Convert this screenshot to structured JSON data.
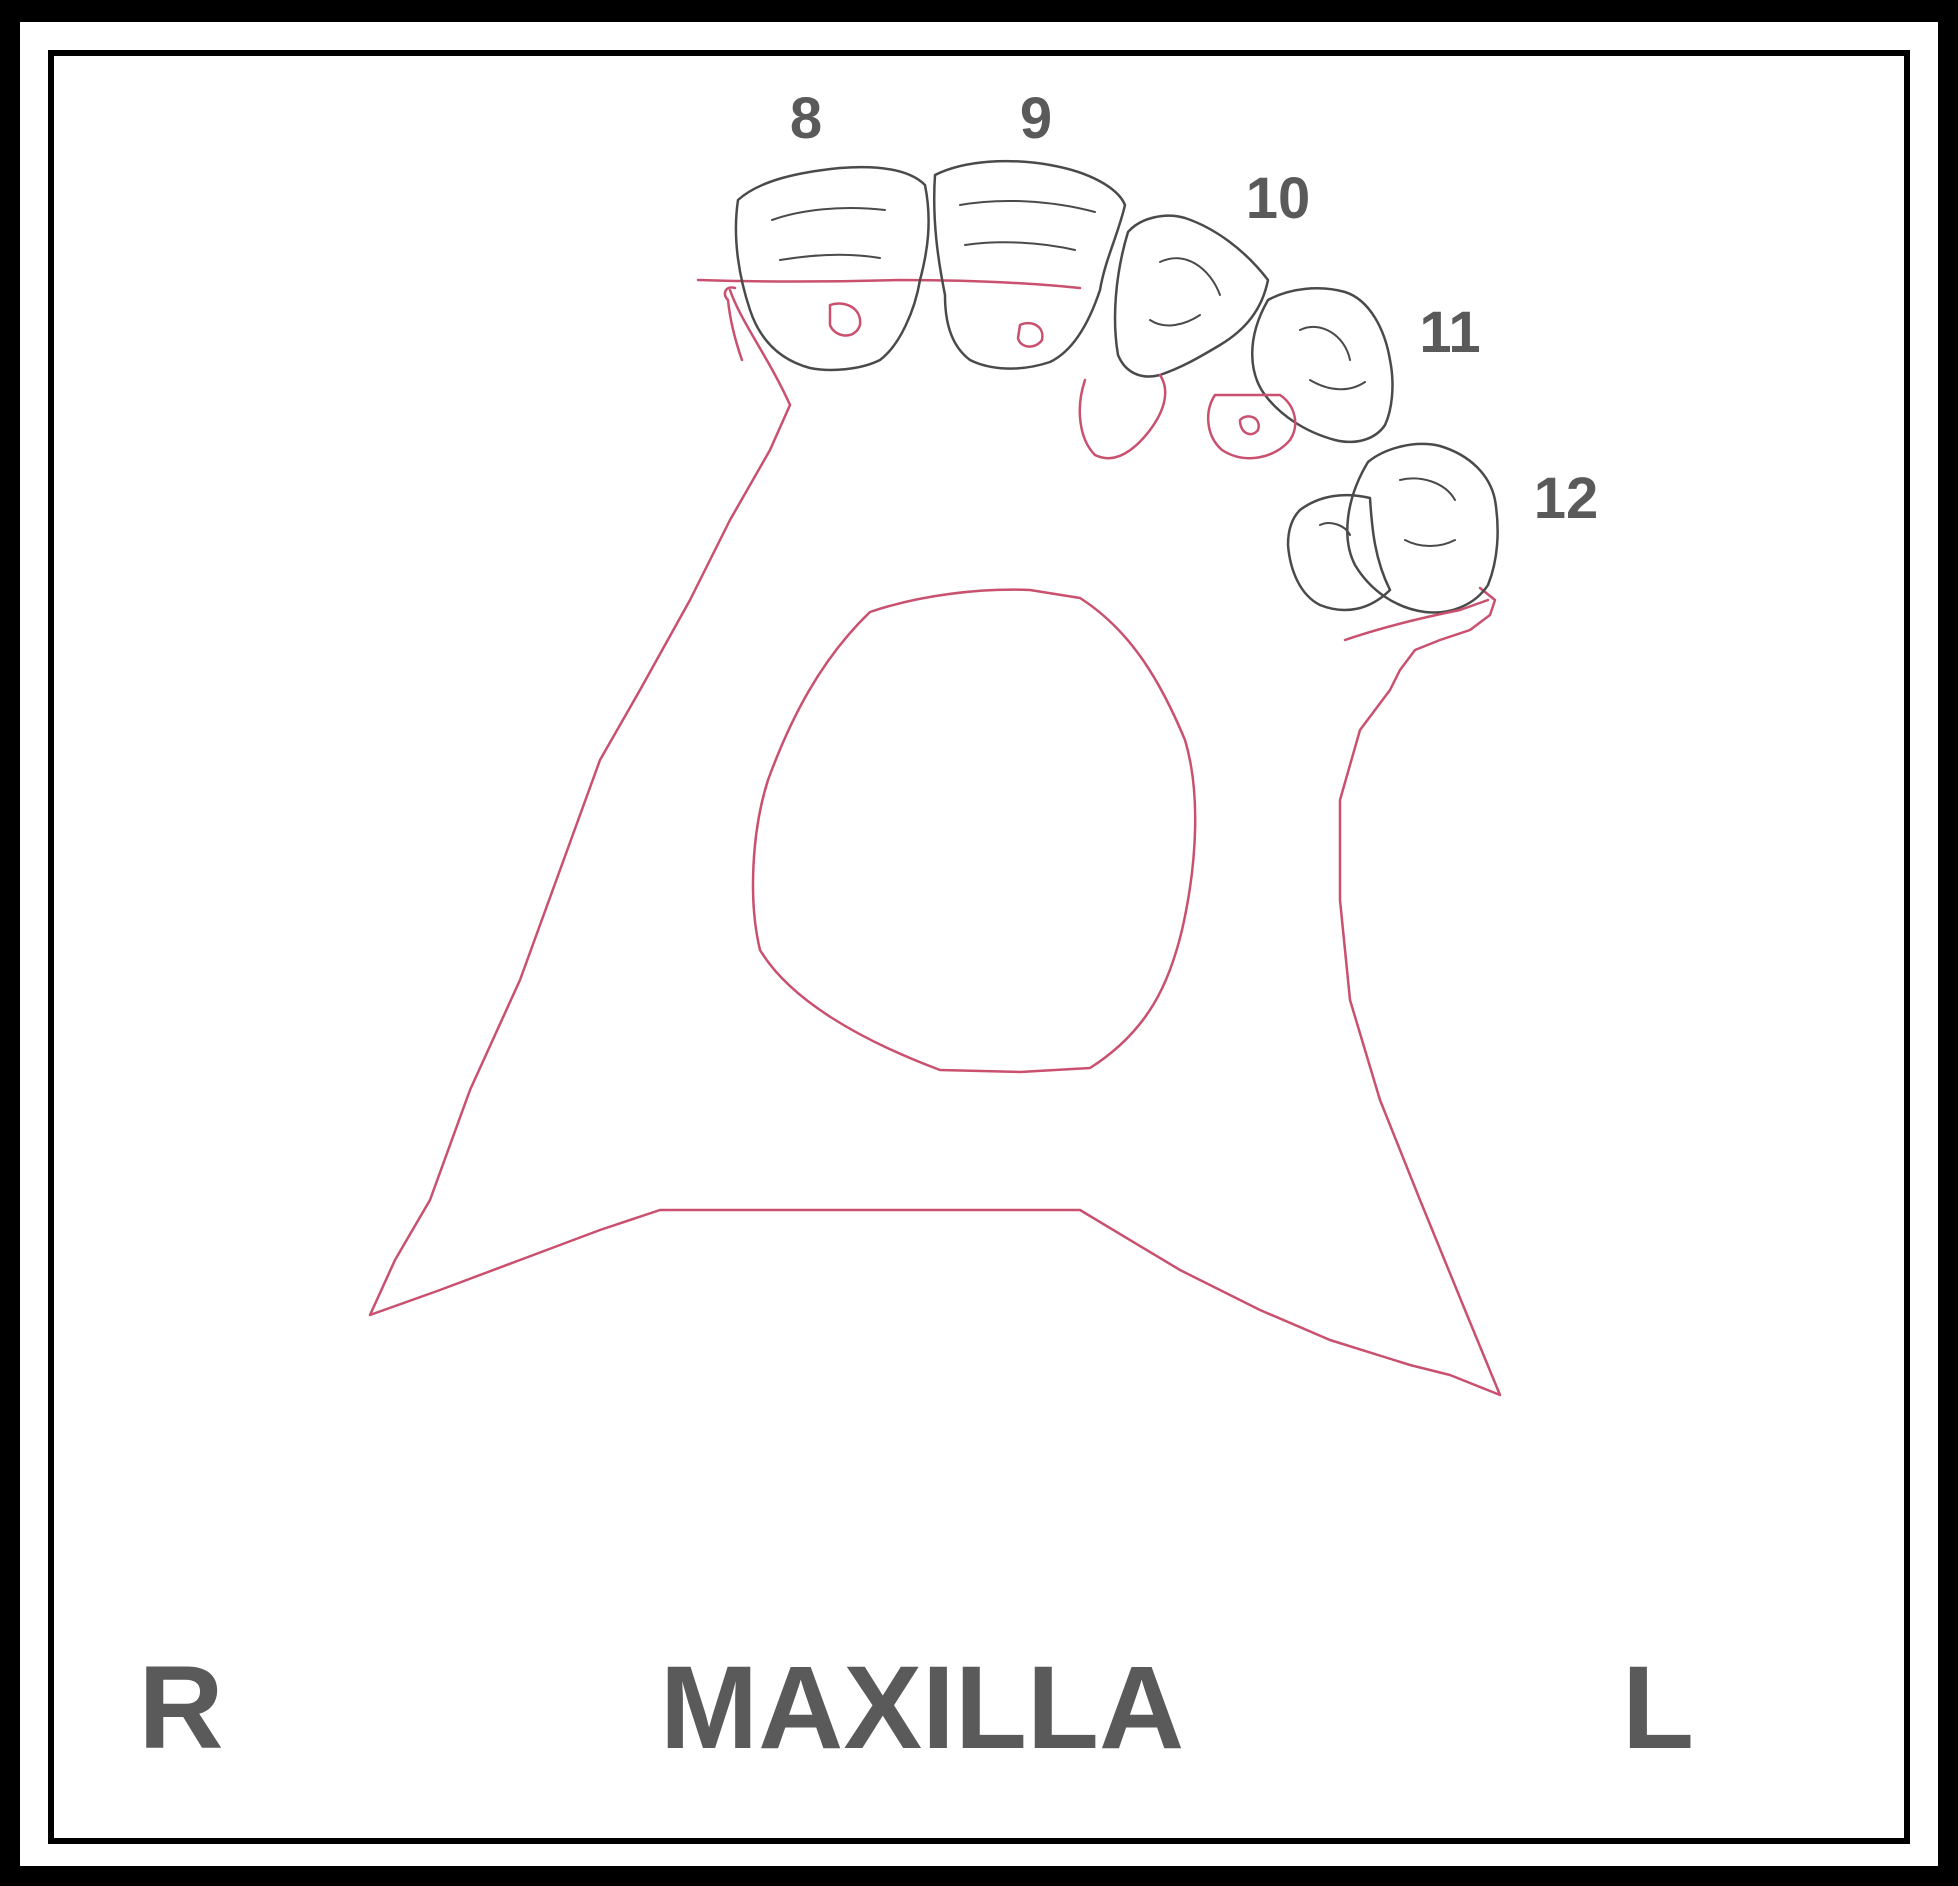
{
  "colors": {
    "outline": "#c9506e",
    "tooth": "#4a4a4a",
    "text": "#5a5a5a",
    "frame": "#000000",
    "background": "#ffffff"
  },
  "tooth_numbers": [
    "8",
    "9",
    "10",
    "11",
    "12"
  ],
  "labels": {
    "right": "R",
    "title": "MAXILLA",
    "left": "L"
  }
}
